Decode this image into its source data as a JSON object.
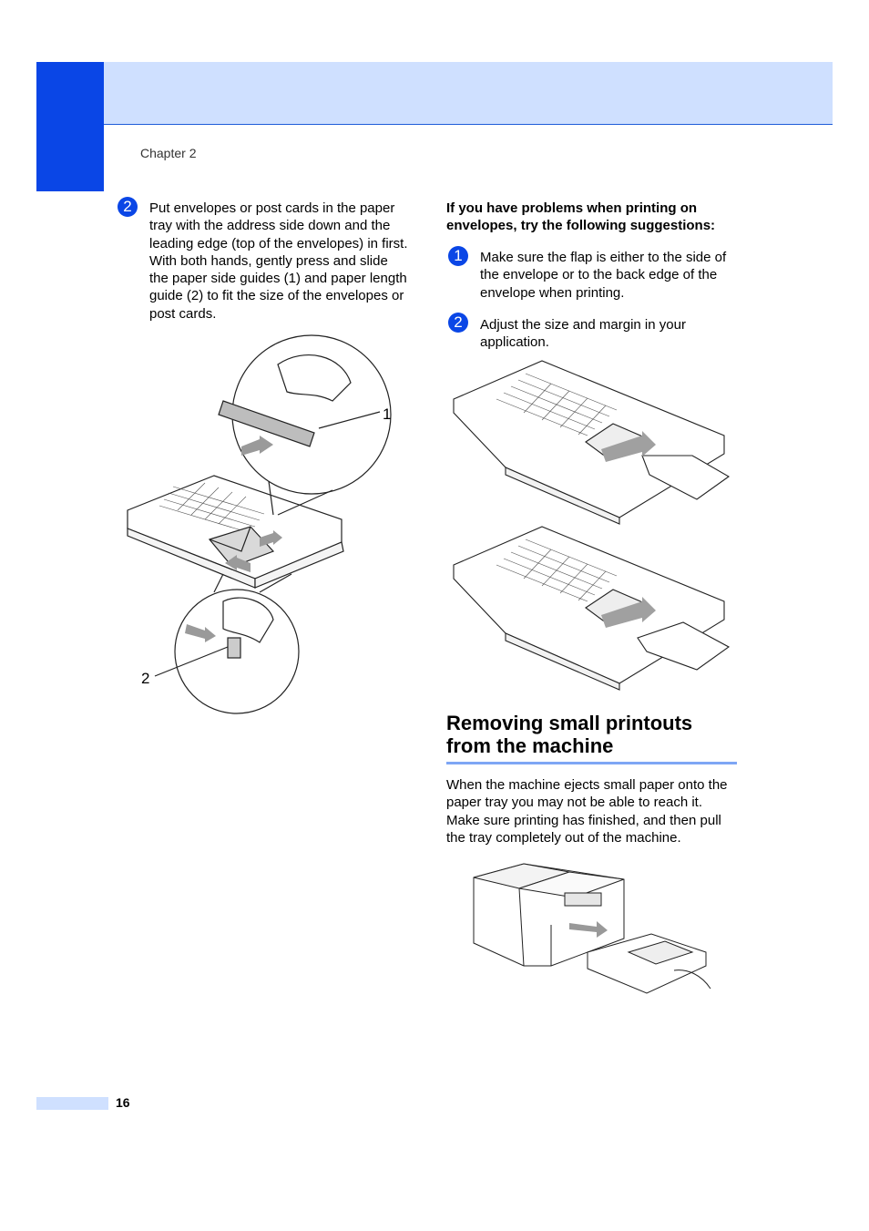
{
  "header": {
    "chapter_label": "Chapter 2"
  },
  "left_step": {
    "number": "2",
    "text": "Put envelopes or post cards in the paper tray with the address side down and the leading edge (top of the envelopes) in first. With both hands, gently press and slide the paper side guides (1) and paper length guide (2) to fit the size of the envelopes or post cards."
  },
  "figure_tray_callouts": {
    "label_1": "1",
    "label_2": "2"
  },
  "right_column": {
    "tips_heading": "If you have problems when printing on envelopes, try the following suggestions:",
    "steps": [
      {
        "number": "1",
        "text": "Make sure the flap is either to the side of the envelope or to the back edge of the envelope when printing."
      },
      {
        "number": "2",
        "text": "Adjust the size and margin in your application."
      }
    ],
    "section_title": "Removing small printouts from the machine",
    "section_text": "When the machine ejects small paper onto the paper tray you may not be able to reach it. Make sure printing has finished, and then pull the tray completely out of the machine."
  },
  "footer": {
    "page_number": "16"
  },
  "colors": {
    "accent_blue": "#0a46e6",
    "light_band": "#cfe0ff",
    "rule_blue": "#7ea6f5"
  }
}
